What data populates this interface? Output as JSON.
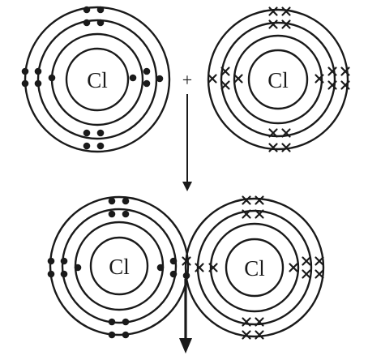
{
  "diagram": {
    "operator": "+",
    "atoms": [
      {
        "id": "top-left",
        "symbol": "Cl",
        "electron_marker": "dot",
        "shells": 3
      },
      {
        "id": "top-right",
        "symbol": "Cl",
        "electron_marker": "cross",
        "shells": 3
      },
      {
        "id": "bottom-left",
        "symbol": "Cl",
        "electron_marker": "dot",
        "shells": 3
      },
      {
        "id": "bottom-right",
        "symbol": "Cl",
        "electron_marker": "cross",
        "shells": 3
      }
    ],
    "arrows": [
      {
        "id": "reaction-arrow",
        "direction": "down"
      },
      {
        "id": "output-arrow",
        "direction": "down"
      }
    ],
    "colors": {
      "ink": "#1a1a1a",
      "background": "#ffffff"
    }
  }
}
